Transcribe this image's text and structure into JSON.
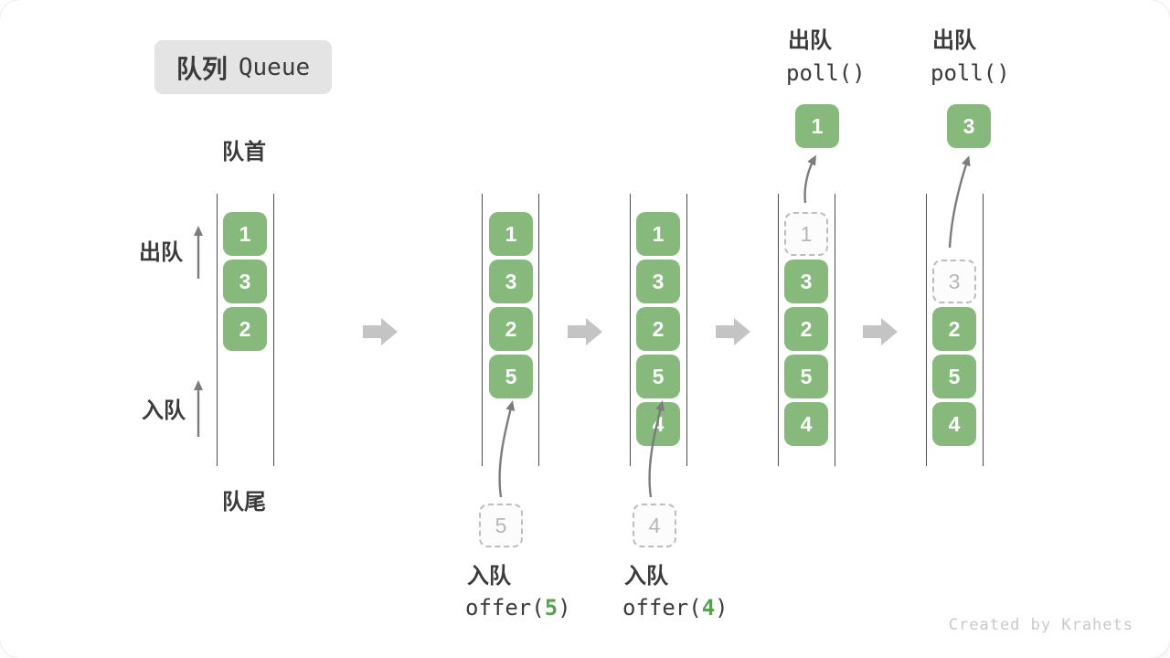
{
  "title": {
    "zh": "队列",
    "en": "Queue"
  },
  "labels": {
    "front": "队首",
    "rear": "队尾",
    "side_dequeue": "出队",
    "side_enqueue": "入队"
  },
  "watermark": "Created by Krahets",
  "colors": {
    "box_green": "#87b97d",
    "accent_green": "#5ba052",
    "flow_arrow_gray": "#c4c4c4",
    "title_box_bg": "#e4e4e4",
    "dashed_box_border": "#bdbdbd"
  },
  "states": [
    {
      "slots": [
        {
          "v": "1",
          "style": "filled"
        },
        {
          "v": "3",
          "style": "filled"
        },
        {
          "v": "2",
          "style": "filled"
        }
      ]
    },
    {
      "slots": [
        {
          "v": "1",
          "style": "filled"
        },
        {
          "v": "3",
          "style": "filled"
        },
        {
          "v": "2",
          "style": "filled"
        },
        {
          "v": "5",
          "style": "filled"
        }
      ],
      "incoming": "5",
      "op": {
        "zh": "入队",
        "fn": "offer(",
        "arg": "5",
        "close": ")"
      }
    },
    {
      "slots": [
        {
          "v": "1",
          "style": "filled"
        },
        {
          "v": "3",
          "style": "filled"
        },
        {
          "v": "2",
          "style": "filled"
        },
        {
          "v": "5",
          "style": "filled"
        },
        {
          "v": "4",
          "style": "filled"
        }
      ],
      "incoming": "4",
      "op": {
        "zh": "入队",
        "fn": "offer(",
        "arg": "4",
        "close": ")"
      }
    },
    {
      "slots": [
        {
          "v": "1",
          "style": "removed"
        },
        {
          "v": "3",
          "style": "filled"
        },
        {
          "v": "2",
          "style": "filled"
        },
        {
          "v": "5",
          "style": "filled"
        },
        {
          "v": "4",
          "style": "filled"
        }
      ],
      "outgoing": "1",
      "op": {
        "zh": "出队",
        "code": "poll()"
      }
    },
    {
      "slots": [
        {
          "v": "3",
          "style": "removed"
        },
        {
          "v": "2",
          "style": "filled"
        },
        {
          "v": "5",
          "style": "filled"
        },
        {
          "v": "4",
          "style": "filled"
        }
      ],
      "outgoing": "3",
      "op": {
        "zh": "出队",
        "code": "poll()"
      }
    }
  ]
}
